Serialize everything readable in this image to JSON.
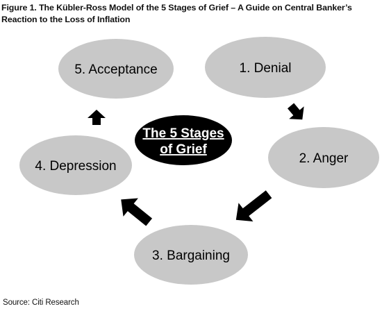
{
  "figure": {
    "title_line1": "Figure 1. The Kübler-Ross Model of the 5 Stages of Grief – A Guide on Central Banker’s",
    "title_line2": "Reaction to the Loss of Inflation",
    "source": "Source: Citi Research"
  },
  "diagram": {
    "center": {
      "line1": "The 5 Stages",
      "line2": "of Grief",
      "fill": "#000000",
      "text_color": "#ffffff"
    },
    "stages": [
      {
        "label": "1. Denial"
      },
      {
        "label": "2. Anger"
      },
      {
        "label": "3. Bargaining"
      },
      {
        "label": "4. Depression"
      },
      {
        "label": "5. Acceptance"
      }
    ],
    "colors": {
      "stage_fill": "#c8c8c8",
      "arrow": "#000000"
    }
  }
}
